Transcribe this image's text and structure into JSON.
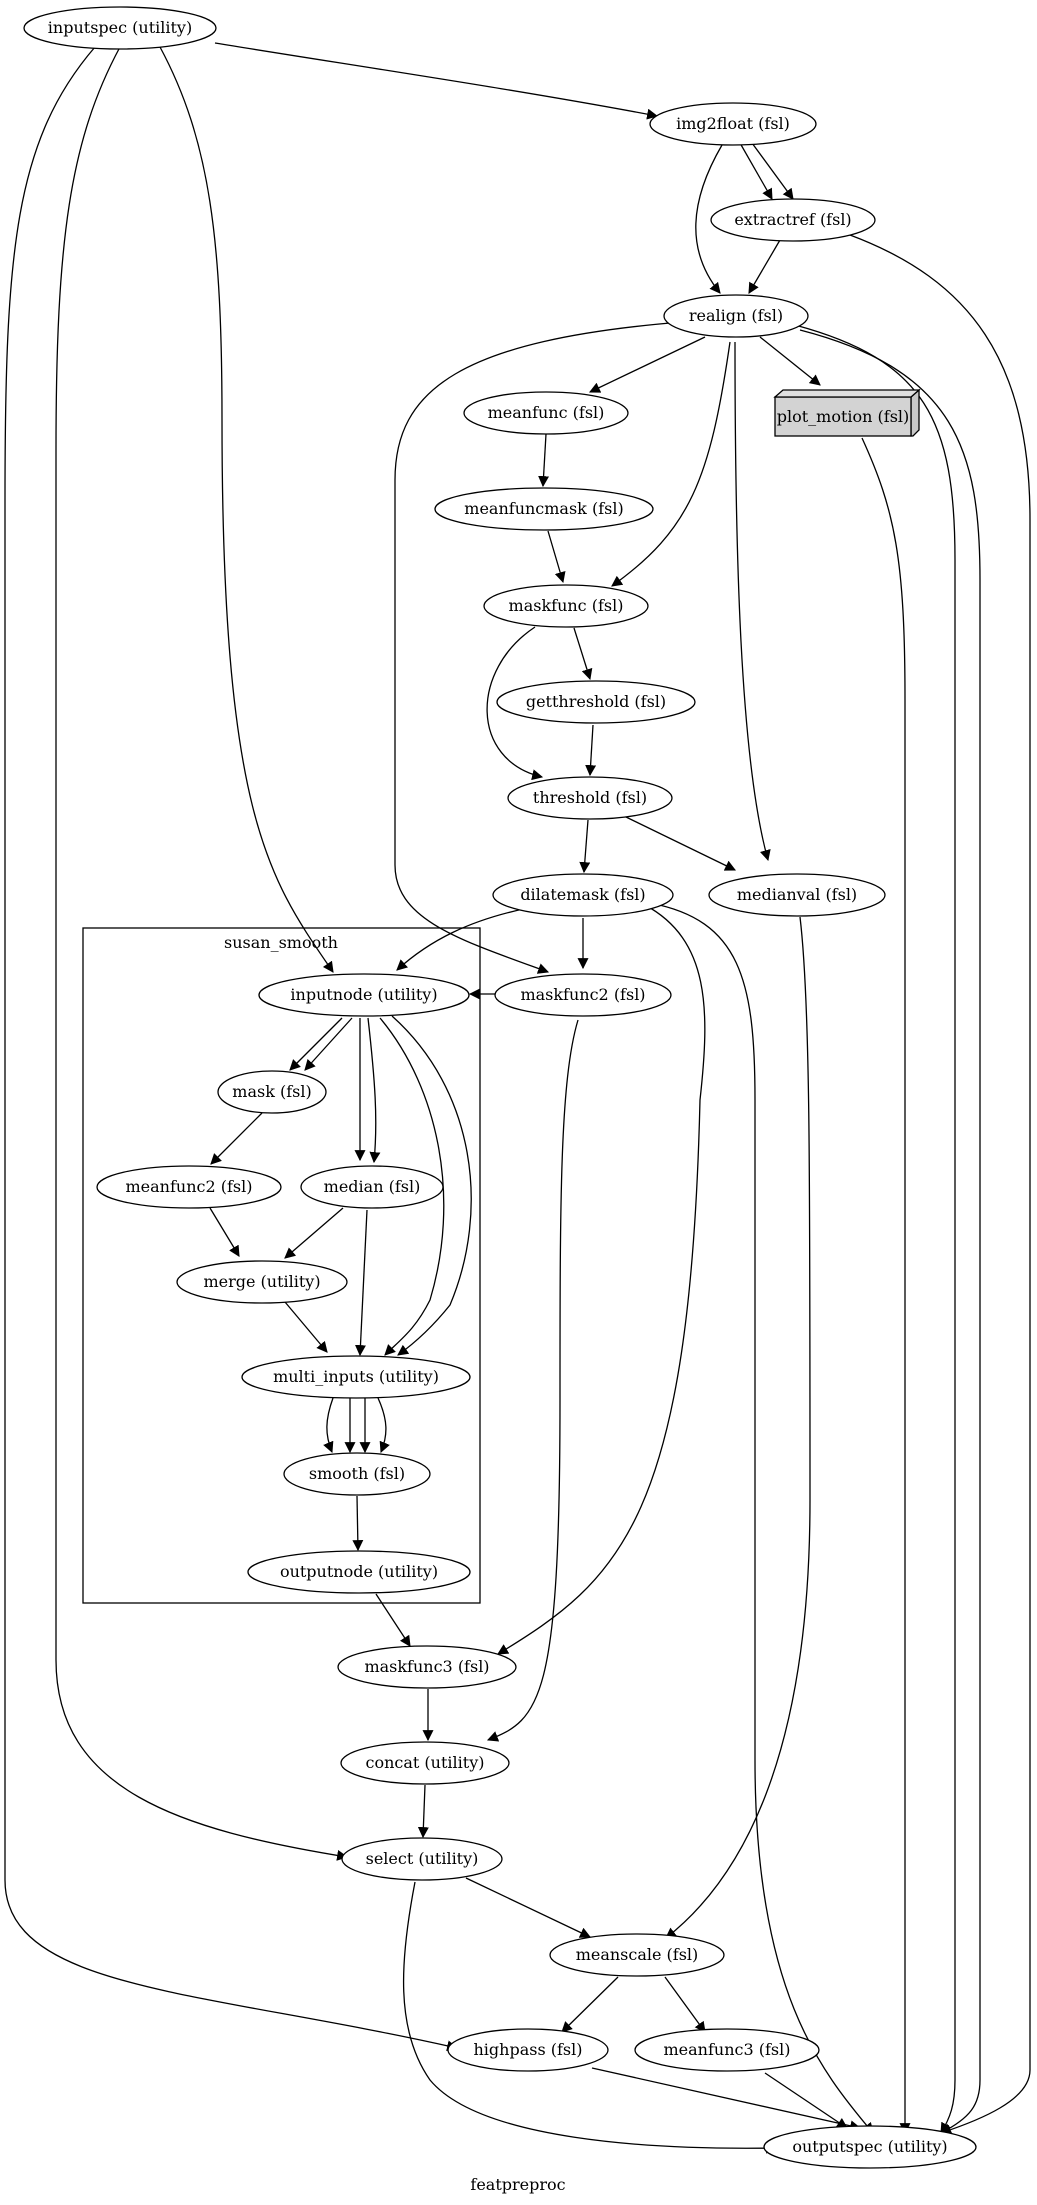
{
  "graph": {
    "label": "featpreproc",
    "cluster": {
      "label": "susan_smooth"
    },
    "nodes": {
      "inputspec": "inputspec (utility)",
      "img2float": "img2float (fsl)",
      "extractref": "extractref (fsl)",
      "realign": "realign (fsl)",
      "meanfunc": "meanfunc (fsl)",
      "plot_motion": "plot_motion (fsl)",
      "meanfuncmask": "meanfuncmask (fsl)",
      "maskfunc": "maskfunc (fsl)",
      "getthreshold": "getthreshold (fsl)",
      "threshold": "threshold (fsl)",
      "dilatemask": "dilatemask (fsl)",
      "medianval": "medianval (fsl)",
      "inputnode": "inputnode (utility)",
      "maskfunc2": "maskfunc2 (fsl)",
      "mask": "mask (fsl)",
      "meanfunc2": "meanfunc2 (fsl)",
      "median": "median (fsl)",
      "merge": "merge (utility)",
      "multi_inputs": "multi_inputs (utility)",
      "smooth": "smooth (fsl)",
      "outputnode": "outputnode (utility)",
      "maskfunc3": "maskfunc3 (fsl)",
      "concat": "concat (utility)",
      "select": "select (utility)",
      "meanscale": "meanscale (fsl)",
      "highpass": "highpass (fsl)",
      "meanfunc3": "meanfunc3 (fsl)",
      "outputspec": "outputspec (utility)"
    }
  }
}
